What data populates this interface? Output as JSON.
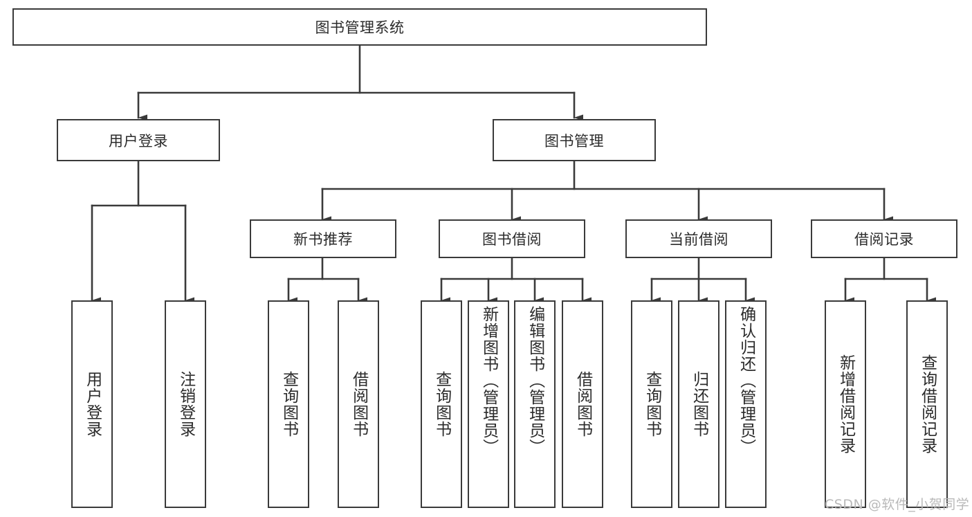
{
  "diagram": {
    "type": "tree",
    "title_node": {
      "label": "图书管理系统"
    },
    "level2": [
      {
        "label": "用户登录"
      },
      {
        "label": "图书管理"
      }
    ],
    "level3": [
      {
        "label": "新书推荐"
      },
      {
        "label": "图书借阅"
      },
      {
        "label": "当前借阅"
      },
      {
        "label": "借阅记录"
      }
    ],
    "leaves": {
      "user_login": [
        {
          "label": "用户登录"
        },
        {
          "label": "注销登录"
        }
      ],
      "new_book_recommend": [
        {
          "label": "查询图书"
        },
        {
          "label": "借阅图书"
        }
      ],
      "book_borrow": [
        {
          "label": "查询图书"
        },
        {
          "label": "新增图书（管理员）"
        },
        {
          "label": "编辑图书（管理员）"
        },
        {
          "label": "借阅图书"
        }
      ],
      "current_borrow": [
        {
          "label": "查询图书"
        },
        {
          "label": "归还图书"
        },
        {
          "label": "确认归还（管理员）"
        }
      ],
      "borrow_record": [
        {
          "label": "新增借阅记录"
        },
        {
          "label": "查询借阅记录"
        }
      ]
    }
  },
  "watermark": {
    "text": "CSDN @软件_小贺同学"
  },
  "colors": {
    "box_border": "#3a3a3a",
    "box_fill": "#ffffff",
    "connector": "#3a3a3a",
    "text": "#2b2b2b",
    "watermark": "#b9b9b9",
    "background": "#ffffff"
  }
}
